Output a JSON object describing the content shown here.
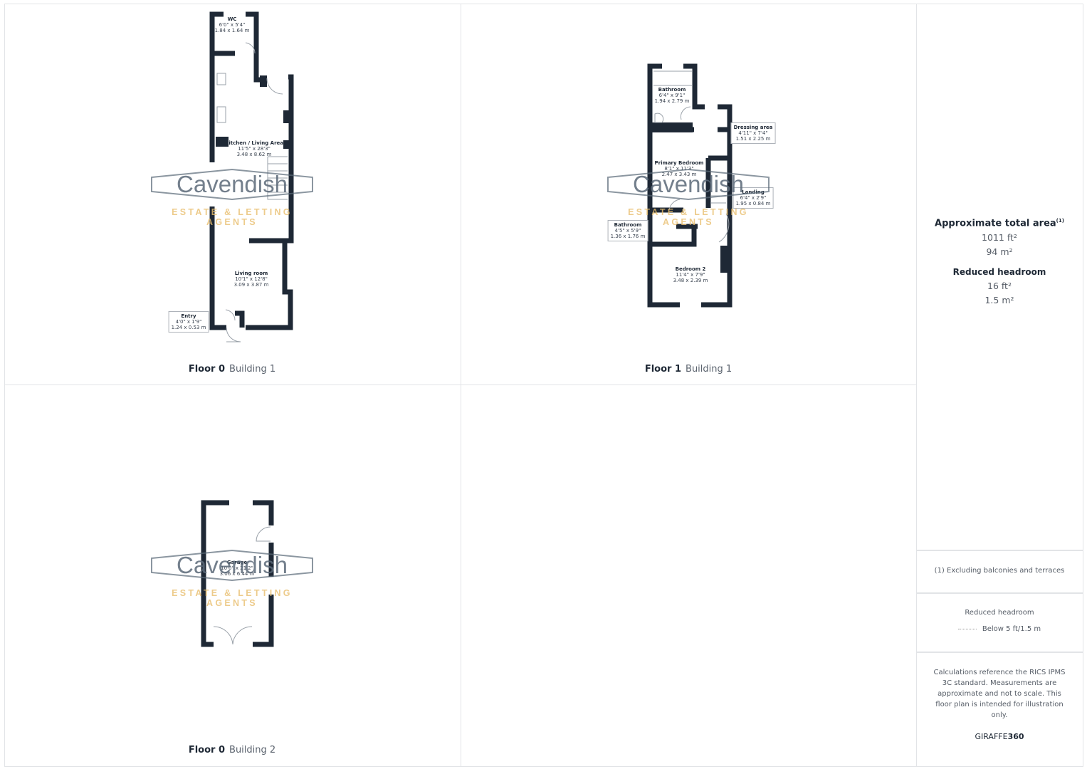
{
  "watermark": {
    "logo": "Cavendish",
    "tagline": "ESTATE & LETTING AGENTS"
  },
  "colors": {
    "wall": "#1e2835",
    "watermark_text": "#5a6978",
    "watermark_tagline": "#e8be6e"
  },
  "plans": [
    {
      "floor": "Floor 0",
      "building": "Building 1",
      "rooms": [
        {
          "name": "WC",
          "imperial": "6'0\" x 5'4\"",
          "metric": "1.84 x 1.64 m"
        },
        {
          "name": "Kitchen / Living Area",
          "imperial": "11'5\" x 28'3\"",
          "metric": "3.48 x 8.62 m"
        },
        {
          "name": "Living room",
          "imperial": "10'1\" x 12'8\"",
          "metric": "3.09 x 3.87 m"
        },
        {
          "name": "Entry",
          "imperial": "4'0\" x 1'9\"",
          "metric": "1.24 x 0.53 m"
        }
      ]
    },
    {
      "floor": "Floor 1",
      "building": "Building 1",
      "rooms": [
        {
          "name": "Bathroom",
          "imperial": "6'4\" x 9'1\"",
          "metric": "1.94 x 2.79 m"
        },
        {
          "name": "Dressing area",
          "imperial": "4'11\" x 7'4\"",
          "metric": "1.51 x 2.25 m"
        },
        {
          "name": "Primary Bedroom",
          "imperial": "8'1\" x 11'3\"",
          "metric": "2.47 x 3.43 m"
        },
        {
          "name": "Landing",
          "imperial": "6'4\" x 2'9\"",
          "metric": "1.95 x 0.84 m"
        },
        {
          "name": "Bathroom",
          "imperial": "4'5\" x 5'9\"",
          "metric": "1.36 x 1.76 m"
        },
        {
          "name": "Bedroom 2",
          "imperial": "11'4\" x 7'9\"",
          "metric": "3.48 x 2.39 m"
        }
      ]
    },
    {
      "floor": "Floor 0",
      "building": "Building 2",
      "rooms": [
        {
          "name": "Garage",
          "imperial": "10'0\" x 21'2\"",
          "metric": "3.06 x 6.44 m"
        }
      ]
    }
  ],
  "summary": {
    "total_title": "Approximate total area",
    "total_note_ref": "(1)",
    "total_ft": "1011 ft²",
    "total_m": "94 m²",
    "reduced_title": "Reduced headroom",
    "reduced_ft": "16 ft²",
    "reduced_m": "1.5 m²",
    "footnote": "(1) Excluding balconies and terraces",
    "legend_title": "Reduced headroom",
    "legend_item": "Below 5 ft/1.5 m",
    "disclaimer": "Calculations reference the RICS IPMS 3C standard. Measurements are approximate and not to scale. This floor plan is intended for illustration only.",
    "brand_a": "GIRAFFE",
    "brand_b": "360"
  }
}
